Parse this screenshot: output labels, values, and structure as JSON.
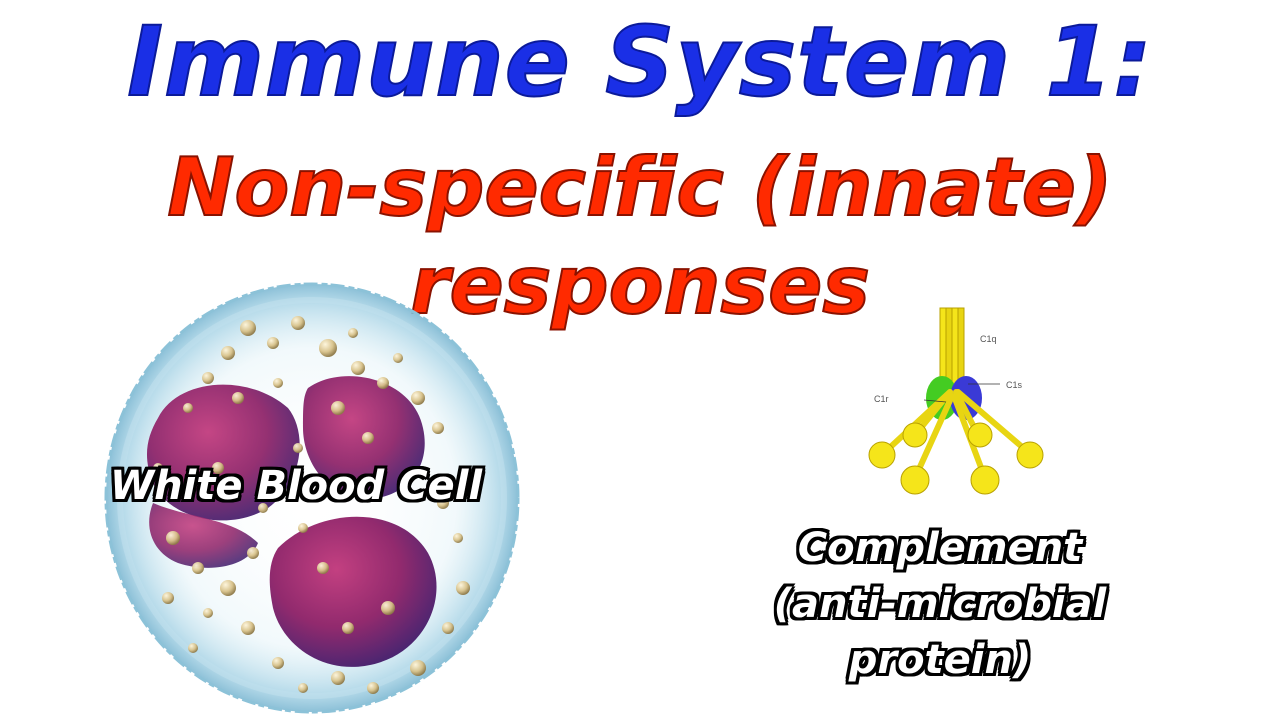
{
  "title": {
    "main": "Immune System 1:",
    "sub_line1": "Non-specific (innate)",
    "sub_line2": "responses"
  },
  "white_blood_cell": {
    "label": "White Blood Cell"
  },
  "complement": {
    "diagram_labels": {
      "c1q": "C1q",
      "c1r": "C1r",
      "c1s": "C1s"
    },
    "label_line1": "Complement",
    "label_line2": "(anti-microbial",
    "label_line3": "protein)"
  },
  "colors": {
    "title_blue": "#1a2fe6",
    "subtitle_red": "#ff2a00",
    "complement_yellow": "#f5e51a",
    "complement_green": "#44cc22",
    "complement_blue": "#3a3ad6"
  }
}
